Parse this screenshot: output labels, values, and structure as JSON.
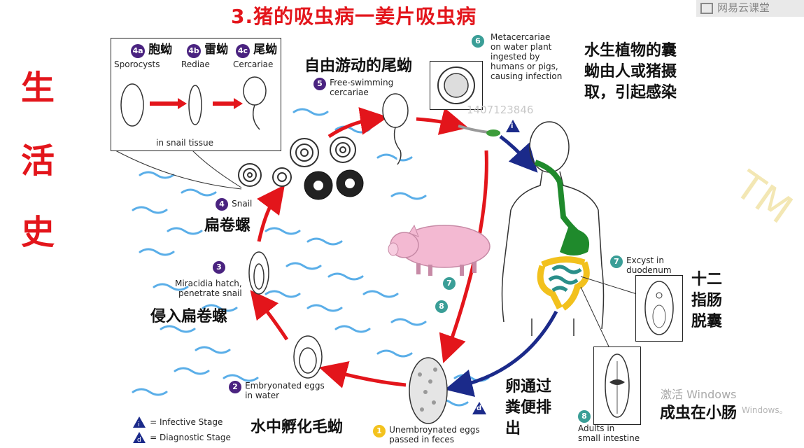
{
  "title": "3.猪的吸虫病一姜片吸虫病",
  "logo_text": "网易云课堂",
  "side_title": [
    "生",
    "活",
    "史"
  ],
  "top_box": {
    "stages": [
      {
        "num": "4a",
        "cn": "胞蚴",
        "en": "Sporocysts"
      },
      {
        "num": "4b",
        "cn": "雷蚴",
        "en": "Rediae"
      },
      {
        "num": "4c",
        "cn": "尾蚴",
        "en": "Cercariae"
      }
    ],
    "caption": "in snail tissue"
  },
  "stage5": {
    "num": "5",
    "cn": "自由游动的尾蚴",
    "en": [
      "Free-swimming",
      "cercariae"
    ]
  },
  "stage6": {
    "num": "6",
    "en": [
      "Metacercariae",
      "on water plant",
      "ingested by",
      "humans or pigs,",
      "causing infection"
    ],
    "cn": [
      "水生植物的囊",
      "蚴由人或猪摄",
      "取，引起感染"
    ]
  },
  "stage4": {
    "num": "4",
    "en": "Snail",
    "cn": "扁卷螺"
  },
  "stage3": {
    "num": "3",
    "en": [
      "Miracidia hatch,",
      "penetrate snail"
    ],
    "cn": "侵入扁卷螺"
  },
  "stage2": {
    "num": "2",
    "en": [
      "Embryonated eggs",
      "in water"
    ],
    "cn": "水中孵化毛蚴"
  },
  "stage1": {
    "num": "1",
    "en": [
      "Unembroynated eggs",
      "passed in feces"
    ],
    "cn": [
      "卵通过",
      "粪便排",
      "出"
    ]
  },
  "stage7": {
    "num": "7",
    "en": [
      "Excyst in",
      "duodenum"
    ],
    "cn": [
      "十二",
      "指肠",
      "脱囊"
    ]
  },
  "stage8": {
    "num": "8",
    "en": [
      "Adults in",
      "small intestine"
    ],
    "cn": "成虫在小肠"
  },
  "pig_labels": [
    "7",
    "8"
  ],
  "legend": [
    {
      "symbol": "i",
      "text": "= Infective Stage"
    },
    {
      "symbol": "d",
      "text": "= Diagnostic Stage"
    }
  ],
  "infective_marker": "i",
  "diagnostic_marker": "d",
  "phone_watermark": "1407123846",
  "tm_watermark": "TM",
  "windows_watermark": "激活 Windows",
  "windows_watermark_sub": "Windows。",
  "colors": {
    "title_red": "#e3151b",
    "arrow_red": "#e3151b",
    "arrow_navy": "#1b2a8a",
    "badge_purple": "#4a2380",
    "badge_teal": "#3a9e97",
    "badge_yellow": "#f3c21d",
    "water_blue": "#5aaee8",
    "pig_pink": "#f3b9d2",
    "gut_green": "#1f8a2c",
    "gut_yellow": "#f2c11d"
  }
}
